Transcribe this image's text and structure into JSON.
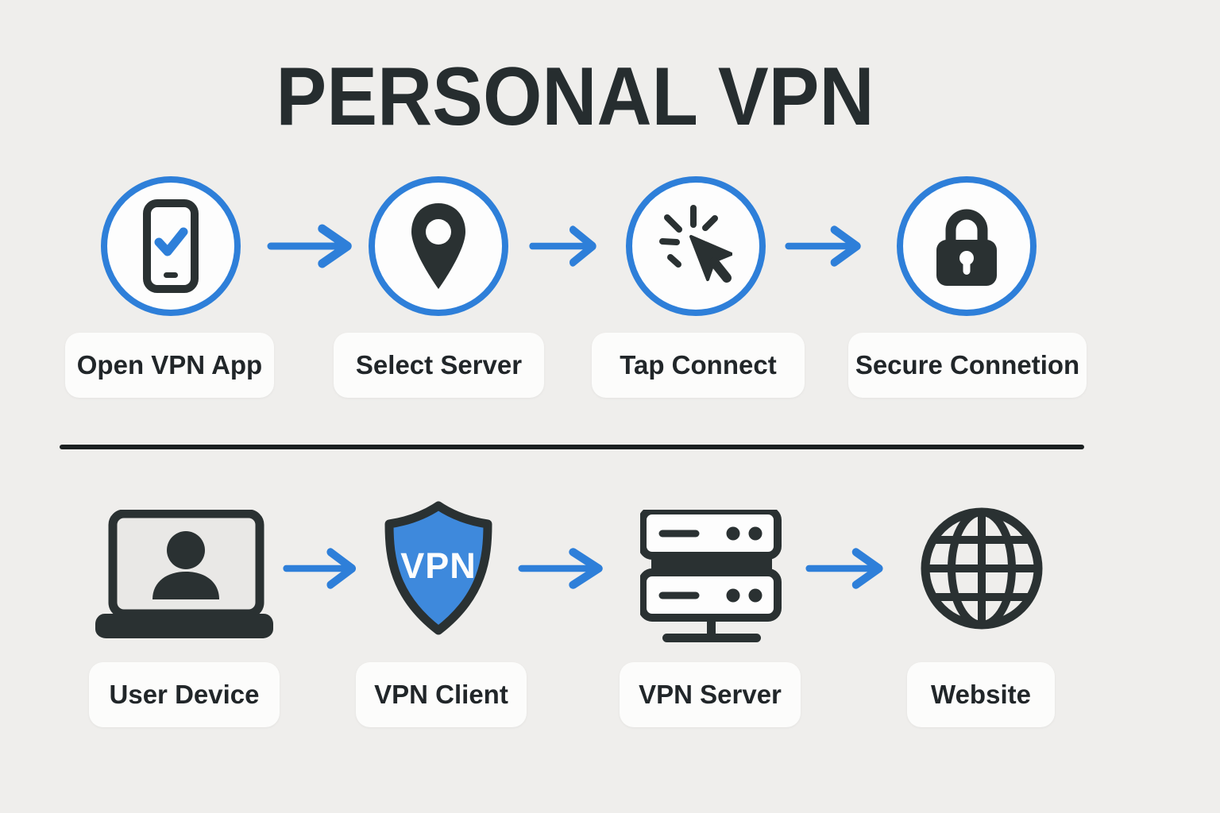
{
  "title": "PERSONAL VPN",
  "colors": {
    "accent_blue": "#2e7fd9",
    "shield_blue": "#3e89dc",
    "icon_dark": "#2a3132",
    "background": "#efeeec",
    "card_background": "#fcfcfb",
    "divider": "#1b2021",
    "label_text": "#212629"
  },
  "top_flow": {
    "steps": [
      {
        "label": "Open VPN App",
        "icon": "phone-check-icon"
      },
      {
        "label": "Select Server",
        "icon": "location-pin-icon"
      },
      {
        "label": "Tap Connect",
        "icon": "cursor-click-icon"
      },
      {
        "label": "Secure Connetion",
        "icon": "padlock-icon"
      }
    ]
  },
  "bottom_flow": {
    "steps": [
      {
        "label": "User Device",
        "icon": "laptop-user-icon"
      },
      {
        "label": "VPN Client",
        "icon": "vpn-shield-icon",
        "icon_text": "VPN"
      },
      {
        "label": "VPN Server",
        "icon": "server-stack-icon"
      },
      {
        "label": "Website",
        "icon": "globe-icon"
      }
    ]
  }
}
